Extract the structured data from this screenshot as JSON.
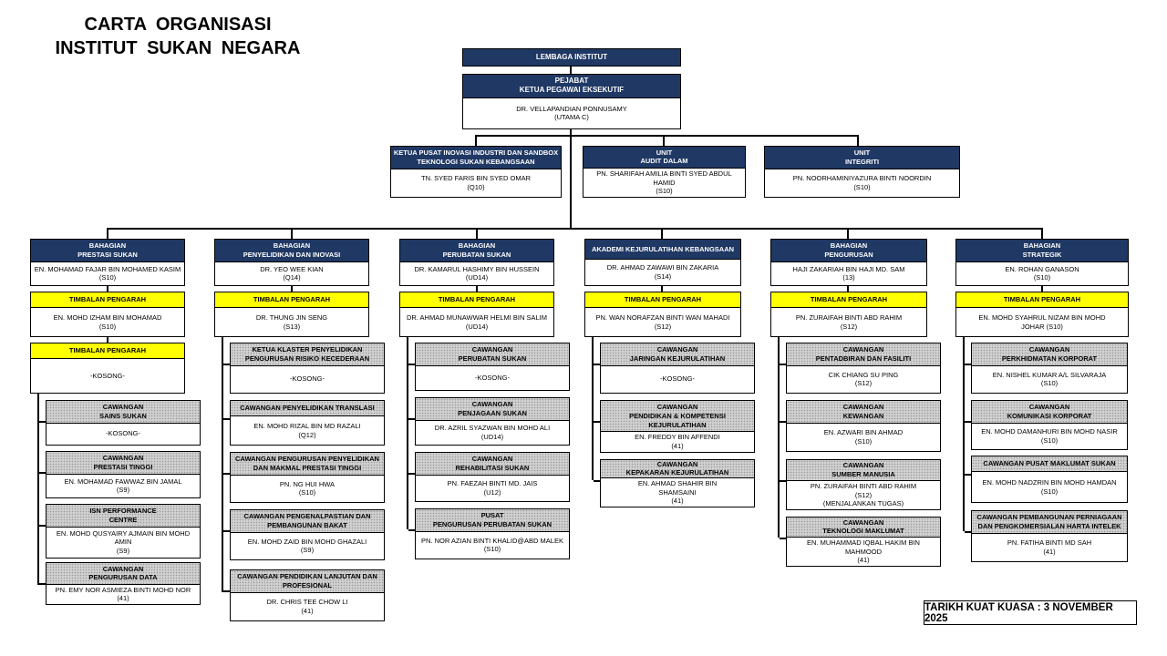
{
  "title": "CARTA ORGANISASI\nINSTITUT SUKAN NEGARA",
  "board": {
    "title": "LEMBAGA INSTITUT"
  },
  "ceo": {
    "title": "PEJABAT\nKETUA PEGAWAI EKSEKUTIF",
    "name": "DR. VELLAPANDIAN PONNUSAMY\n(UTAMA C)"
  },
  "level2": [
    {
      "title": "KETUA PUSAT INOVASI INDUSTRI DAN SANDBOX\nTEKNOLOGI SUKAN KEBANGSAAN",
      "name": "TN. SYED FARIS BIN SYED OMAR\n(Q10)"
    },
    {
      "title": "UNIT\nAUDIT DALAM",
      "name": "PN. SHARIFAH AMILIA BINTI SYED ABDUL HAMID\n(S10)"
    },
    {
      "title": "UNIT\nINTEGRITI",
      "name": "PN. NOORHAMINIYAZURA BINTI NOORDIN\n(S10)"
    }
  ],
  "columns": [
    {
      "head": {
        "title": "BAHAGIAN\nPRESTASI SUKAN",
        "name": "EN. MOHAMAD FAJAR BIN MOHAMED KASIM\n(S10)"
      },
      "deputies": [
        {
          "title": "TIMBALAN PENGARAH",
          "name": "EN. MOHD IZHAM BIN MOHAMAD\n(S10)"
        },
        {
          "title": "TIMBALAN PENGARAH",
          "name": "-KOSONG-"
        }
      ],
      "units": [
        {
          "title": "CAWANGAN\nSAINS SUKAN",
          "name": "-KOSONG-"
        },
        {
          "title": "CAWANGAN\nPRESTASI TINGGI",
          "name": "EN. MOHAMAD FAWWAZ BIN JAMAL\n(S9)"
        },
        {
          "title": "ISN PERFORMANCE\nCENTRE",
          "name": "EN. MOHD QUSYAIRY AJMAIN BIN MOHD\nAMIN\n(S9)"
        },
        {
          "title": "CAWANGAN\nPENGURUSAN DATA",
          "name": "PN. EMY NOR ASMIEZA BINTI MOHD NOR\n(41)"
        }
      ]
    },
    {
      "head": {
        "title": "BAHAGIAN\nPENYELIDIKAN DAN INOVASI",
        "name": "DR. YEO WEE KIAN\n(Q14)"
      },
      "deputies": [
        {
          "title": "TIMBALAN PENGARAH",
          "name": "DR. THUNG JIN SENG\n(S13)"
        }
      ],
      "units": [
        {
          "title": "KETUA KLASTER PENYELIDIKAN\nPENGURUSAN RISIKO KECEDERAAN",
          "name": "-KOSONG-"
        },
        {
          "title": "CAWANGAN PENYELIDIKAN TRANSLASI",
          "name": "EN. MOHD RIZAL BIN MD RAZALI\n(Q12)"
        },
        {
          "title": "CAWANGAN PENGURUSAN PENYELIDIKAN\nDAN MAKMAL PRESTASI TINGGI",
          "name": "PN. NG HUI HWA\n(S10)"
        },
        {
          "title": "CAWANGAN PENGENALPASTIAN DAN\nPEMBANGUNAN BAKAT",
          "name": "EN. MOHD ZAID BIN MOHD GHAZALI\n(S9)"
        },
        {
          "title": "CAWANGAN PENDIDIKAN LANJUTAN DAN\nPROFESIONAL",
          "name": "DR. CHRIS TEE CHOW LI\n(41)"
        }
      ]
    },
    {
      "head": {
        "title": "BAHAGIAN\nPERUBATAN SUKAN",
        "name": "DR. KAMARUL HASHIMY BIN HUSSEIN\n(UD14)"
      },
      "deputies": [
        {
          "title": "TIMBALAN PENGARAH",
          "name": "DR. AHMAD MUNAWWAR HELMI BIN SALIM\n(UD14)"
        }
      ],
      "units": [
        {
          "title": "CAWANGAN\nPERUBATAN SUKAN",
          "name": "-KOSONG-"
        },
        {
          "title": "CAWANGAN\nPENJAGAAN SUKAN",
          "name": "DR. AZRIL SYAZWAN BIN MOHD ALI\n(UD14)"
        },
        {
          "title": "CAWANGAN\nREHABILITASI SUKAN",
          "name": "PN. FAEZAH BINTI MD. JAIS\n(U12)"
        },
        {
          "title": "PUSAT\nPENGURUSAN PERUBATAN SUKAN",
          "name": "PN. NOR AZIAN BINTI KHALID@ABD MALEK\n(S10)"
        }
      ]
    },
    {
      "head": {
        "title": "AKADEMI KEJURULATIHAN KEBANGSAAN",
        "name": "DR. AHMAD ZAWAWI BIN ZAKARIA\n(S14)"
      },
      "deputies": [
        {
          "title": "TIMBALAN PENGARAH",
          "name": "PN. WAN NORAFZAN BINTI WAN MAHADI\n(S12)"
        }
      ],
      "units": [
        {
          "title": "CAWANGAN\nJARINGAN KEJURULATIHAN",
          "name": "-KOSONG-"
        },
        {
          "title": "CAWANGAN\nPENDIDIKAN & KOMPETENSI\nKEJURULATIHAN",
          "name": "EN. FREDDY BIN AFFENDI\n(41)"
        },
        {
          "title": "CAWANGAN\nKEPAKARAN KEJURULATIHAN",
          "name": "EN. AHMAD SHAHIR BIN\nSHAMSAINI\n(41)"
        }
      ]
    },
    {
      "head": {
        "title": "BAHAGIAN\nPENGURUSAN",
        "name": "HAJI ZAKARIAH BIN HAJI MD. SAM\n(13)"
      },
      "deputies": [
        {
          "title": "TIMBALAN PENGARAH",
          "name": "PN. ZURAIFAH BINTI ABD RAHIM\n(S12)"
        }
      ],
      "units": [
        {
          "title": "CAWANGAN\nPENTADBIRAN DAN FASILITI",
          "name": "CIK CHIANG SU PING\n(S12)"
        },
        {
          "title": "CAWANGAN\nKEWANGAN",
          "name": "EN. AZWARI BIN AHMAD\n(S10)"
        },
        {
          "title": "CAWANGAN\nSUMBER MANUSIA",
          "name": "PN. ZURAIFAH BINTI ABD RAHIM\n(S12)\n(MENJALANKAN TUGAS)"
        },
        {
          "title": "CAWANGAN\nTEKNOLOGI MAKLUMAT",
          "name": "EN. MUHAMMAD IQBAL HAKIM BIN\nMAHMOOD\n(41)"
        }
      ]
    },
    {
      "head": {
        "title": "BAHAGIAN\nSTRATEGIK",
        "name": "EN. ROHAN GANASON\n(S10)"
      },
      "deputies": [
        {
          "title": "TIMBALAN PENGARAH",
          "name": "EN. MOHD SYAHRUL NIZAM BIN MOHD\nJOHAR (S10)"
        }
      ],
      "units": [
        {
          "title": "CAWANGAN\nPERKHIDMATAN KORPORAT",
          "name": "EN. NISHEL KUMAR A/L SILVARAJA\n(S10)"
        },
        {
          "title": "CAWANGAN\nKOMUNIKASI KORPORAT",
          "name": "EN. MOHD DAMANHURI BIN MOHD NASIR\n(S10)"
        },
        {
          "title": "CAWANGAN PUSAT MAKLUMAT SUKAN",
          "name": "EN. MOHD NADZRIN BIN MOHD HAMDAN\n(S10)"
        },
        {
          "title": "CAWANGAN PEMBANGUNAN PERNIAGAAN\nDAN PENGKOMERSIALAN HARTA INTELEK",
          "name": "PN. FATIHA BINTI MD SAH\n(41)"
        }
      ]
    }
  ],
  "footer": {
    "label": "TARIKH KUAT KUASA : 3 NOVEMBER 2025"
  },
  "colors": {
    "navy": "#1f3864",
    "yellow": "#ffff00",
    "gray": "#d0d0d0"
  }
}
